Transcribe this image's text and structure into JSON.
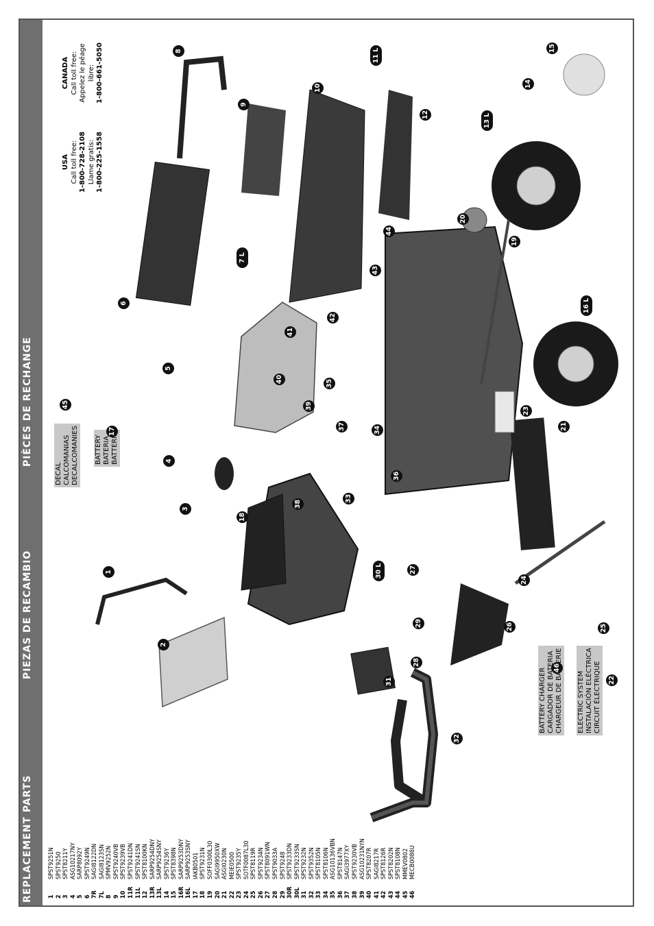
{
  "headers": {
    "english": "REPLACEMENT PARTS",
    "spanish": "PIEZAS DE RECAMBIO",
    "french": "PIÈCES DE RECHANGE"
  },
  "parts": [
    {
      "num": "1",
      "code": "SPST9251N"
    },
    {
      "num": "2",
      "code": "SPST9250"
    },
    {
      "num": "3",
      "code": "SPST8211Y"
    },
    {
      "num": "4",
      "code": "ASG10217NY"
    },
    {
      "num": "5",
      "code": "SARP8092Y"
    },
    {
      "num": "6",
      "code": "SPST9249N"
    },
    {
      "num": "7R",
      "code": "SAGI8122DN"
    },
    {
      "num": "7L",
      "code": "SAGI8123SN"
    },
    {
      "num": "8",
      "code": "SPMV9252N"
    },
    {
      "num": "9",
      "code": "SPST9240VB"
    },
    {
      "num": "10",
      "code": "SPST9239VB"
    },
    {
      "num": "11R",
      "code": "SPST9241DN"
    },
    {
      "num": "11L",
      "code": "SPST9241SN"
    },
    {
      "num": "12",
      "code": "SPST8100KN"
    },
    {
      "num": "13R",
      "code": "SARP9254DNY"
    },
    {
      "num": "13L",
      "code": "SARP9254SNY"
    },
    {
      "num": "14",
      "code": "SPST9236Y"
    },
    {
      "num": "15",
      "code": "SPST8398N"
    },
    {
      "num": "16R",
      "code": "SARP9253DNY"
    },
    {
      "num": "16L",
      "code": "SARP9253SNY"
    },
    {
      "num": "17",
      "code": "IAKB0501"
    },
    {
      "num": "18",
      "code": "SPST9231N"
    },
    {
      "num": "19",
      "code": "SOFF0300L30"
    },
    {
      "num": "20",
      "code": "SAGI9950XW"
    },
    {
      "num": "21",
      "code": "ASGI0230N"
    },
    {
      "num": "22",
      "code": "MEIE0500"
    },
    {
      "num": "23",
      "code": "SPST9235Y"
    },
    {
      "num": "24",
      "code": "SOTF0087L30"
    },
    {
      "num": "25",
      "code": "SPST8119R"
    },
    {
      "num": "26",
      "code": "SPST9234N"
    },
    {
      "num": "27",
      "code": "SPST8091WN"
    },
    {
      "num": "28",
      "code": "SPST9033A"
    },
    {
      "num": "29",
      "code": "SPST9248"
    },
    {
      "num": "30R",
      "code": "SPST9233DN"
    },
    {
      "num": "30L",
      "code": "SPST9233SN"
    },
    {
      "num": "31",
      "code": "SPST9232N"
    },
    {
      "num": "32",
      "code": "SPST9352N"
    },
    {
      "num": "33",
      "code": "SPST8105N"
    },
    {
      "num": "34",
      "code": "SPST8106N"
    },
    {
      "num": "35",
      "code": "ASG10136VBN"
    },
    {
      "num": "36",
      "code": "SPST8147N"
    },
    {
      "num": "37",
      "code": "SAGI3977XY"
    },
    {
      "num": "38",
      "code": "SPST9230VB"
    },
    {
      "num": "39",
      "code": "ASG10231NYN"
    },
    {
      "num": "40",
      "code": "SPST8207R"
    },
    {
      "num": "41",
      "code": "SAGI8217R"
    },
    {
      "num": "42",
      "code": "SPST8126R"
    },
    {
      "num": "43",
      "code": "SPST8202N"
    },
    {
      "num": "44",
      "code": "SPST8108N"
    },
    {
      "num": "45",
      "code": "MMEV0802"
    },
    {
      "num": "46",
      "code": "MECB0086U"
    }
  ],
  "boxes": {
    "charger": {
      "lines": [
        "BATTERY CHARGER",
        "CARGADOR DE BATERIA",
        "CHARGEUR DE BATTERIE"
      ],
      "num": "46"
    },
    "electric": {
      "lines": [
        "ELECTRIC SYSTEM",
        "INSTALACIÓN ELÉCTRICA",
        "CIRCUIT ÉLECTRIQUE"
      ],
      "num": "22"
    },
    "decal": {
      "lines": [
        "DECAL",
        "CALCOMANIAS",
        "DECALCOMANIES"
      ],
      "num": "45"
    },
    "battery": {
      "lines": [
        "BATTERY",
        "BATERIA",
        "BATTERIE"
      ],
      "num": "17"
    }
  },
  "contacts": {
    "usa": {
      "country": "USA",
      "line1": "Call toll free:",
      "phone1": "1-800-728-2108",
      "line2": "Llame gratis:",
      "phone2": "1-800-225-1558"
    },
    "canada": {
      "country": "CANADA",
      "line1": "Call toll free:",
      "line2": "Appelez le péage",
      "line3": "libre:",
      "phone": "1-800-661-5050"
    }
  },
  "callouts": [
    "1",
    "2",
    "3",
    "4",
    "5",
    "6",
    "7 L",
    "8",
    "9",
    "10",
    "11 L",
    "12",
    "13 L",
    "14",
    "15",
    "16 L",
    "17",
    "18",
    "19",
    "20",
    "21",
    "22",
    "23",
    "24",
    "25",
    "26",
    "27",
    "28",
    "29",
    "30 L",
    "31",
    "32",
    "33",
    "34",
    "35",
    "36",
    "37",
    "38",
    "39",
    "40",
    "41",
    "42",
    "43",
    "44",
    "45",
    "46"
  ],
  "colors": {
    "header_bar": "#6f6f6f",
    "box_bg": "#c8c8c8",
    "callout": "#111111"
  }
}
